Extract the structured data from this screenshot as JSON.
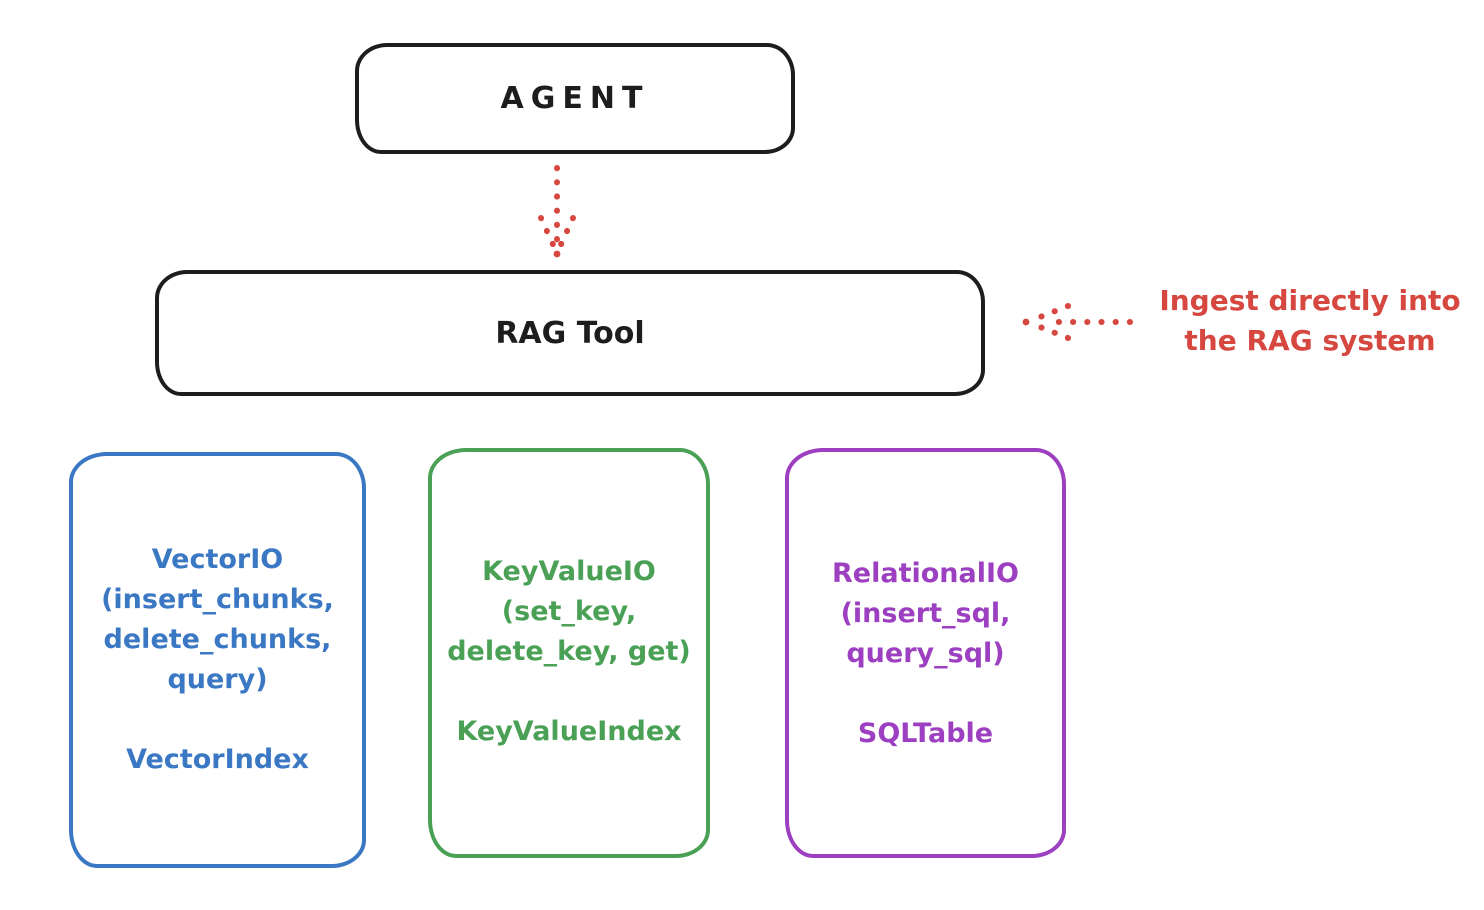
{
  "colors": {
    "ink": "#1d1d1d",
    "red": "#d6473f",
    "blue": "#3b78c4",
    "green": "#4aa156",
    "purple": "#9c3fc0",
    "background": "#ffffff"
  },
  "nodes": {
    "agent": {
      "label": "AGENT"
    },
    "rag_tool": {
      "label": "RAG Tool"
    },
    "vector_io": {
      "lines": [
        "VectorIO",
        "(insert_chunks,",
        "delete_chunks,",
        "query)"
      ],
      "index_label": "VectorIndex",
      "accent_color": "#3b78c4"
    },
    "key_value_io": {
      "lines": [
        "KeyValueIO",
        "(set_key,",
        "delete_key, get)"
      ],
      "index_label": "KeyValueIndex",
      "accent_color": "#4aa156"
    },
    "relational_io": {
      "lines": [
        "RelationalIO",
        "(insert_sql,",
        "query_sql)"
      ],
      "index_label": "SQLTable",
      "accent_color": "#9c3fc0"
    }
  },
  "annotation": {
    "line1": "Ingest directly into",
    "line2": "the RAG system",
    "color": "#d6473f"
  },
  "arrows": {
    "agent_to_rag": {
      "style": "dotted",
      "direction": "down",
      "color": "#d6473f"
    },
    "ingest_to_rag": {
      "style": "dotted",
      "direction": "left",
      "color": "#d6473f"
    }
  }
}
